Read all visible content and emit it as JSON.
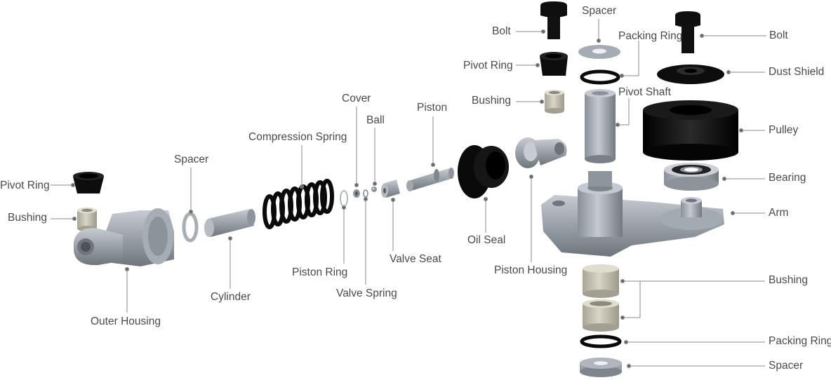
{
  "labels": {
    "bolt_left": "Bolt",
    "spacer_top": "Spacer",
    "packing_ring_top": "Packing Ring",
    "bolt_right": "Bolt",
    "pivot_ring_top": "Pivot Ring",
    "dust_shield": "Dust Shield",
    "bushing_top": "Bushing",
    "pivot_shaft": "Pivot Shaft",
    "cover": "Cover",
    "piston": "Piston",
    "ball": "Ball",
    "pulley": "Pulley",
    "compression_spring": "Compression Spring",
    "spacer_left": "Spacer",
    "bearing": "Bearing",
    "pivot_ring_left": "Pivot Ring",
    "arm": "Arm",
    "bushing_left": "Bushing",
    "oil_seal": "Oil Seal",
    "valve_seat": "Valve Seat",
    "piston_ring": "Piston Ring",
    "piston_housing": "Piston Housing",
    "bushing_bottom": "Bushing",
    "valve_spring": "Valve Spring",
    "cylinder": "Cylinder",
    "outer_housing": "Outer Housing",
    "packing_ring_bottom": "Packing Ring",
    "spacer_bottom": "Spacer"
  },
  "colors": {
    "metal": "#9aa0a8",
    "metal_dark": "#6f757d",
    "black_part": "#111111",
    "bushing": "#c9c6b8",
    "leader": "#8a8a8a"
  }
}
